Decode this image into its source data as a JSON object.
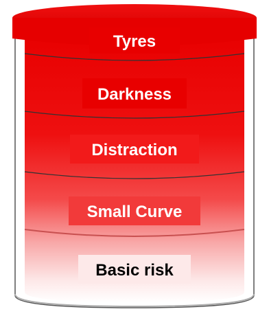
{
  "layers": [
    {
      "label": "Tyres",
      "text_color": "#ffffff",
      "label_bg": "#e80000"
    },
    {
      "label": "Darkness",
      "text_color": "#ffffff",
      "label_bg": "#e80000"
    },
    {
      "label": "Distraction",
      "text_color": "#ffffff",
      "label_bg": "#f21a1a"
    },
    {
      "label": "Small Curve",
      "text_color": "#ffffff",
      "label_bg": "#f23a3a"
    },
    {
      "label": "Basic risk",
      "text_color": "#000000",
      "label_bg": "#fde9e9"
    }
  ],
  "colors": {
    "top": "#e80000",
    "bottom": "#ffffff",
    "outline": "#444444",
    "cylinder_shadow": "#999999"
  }
}
